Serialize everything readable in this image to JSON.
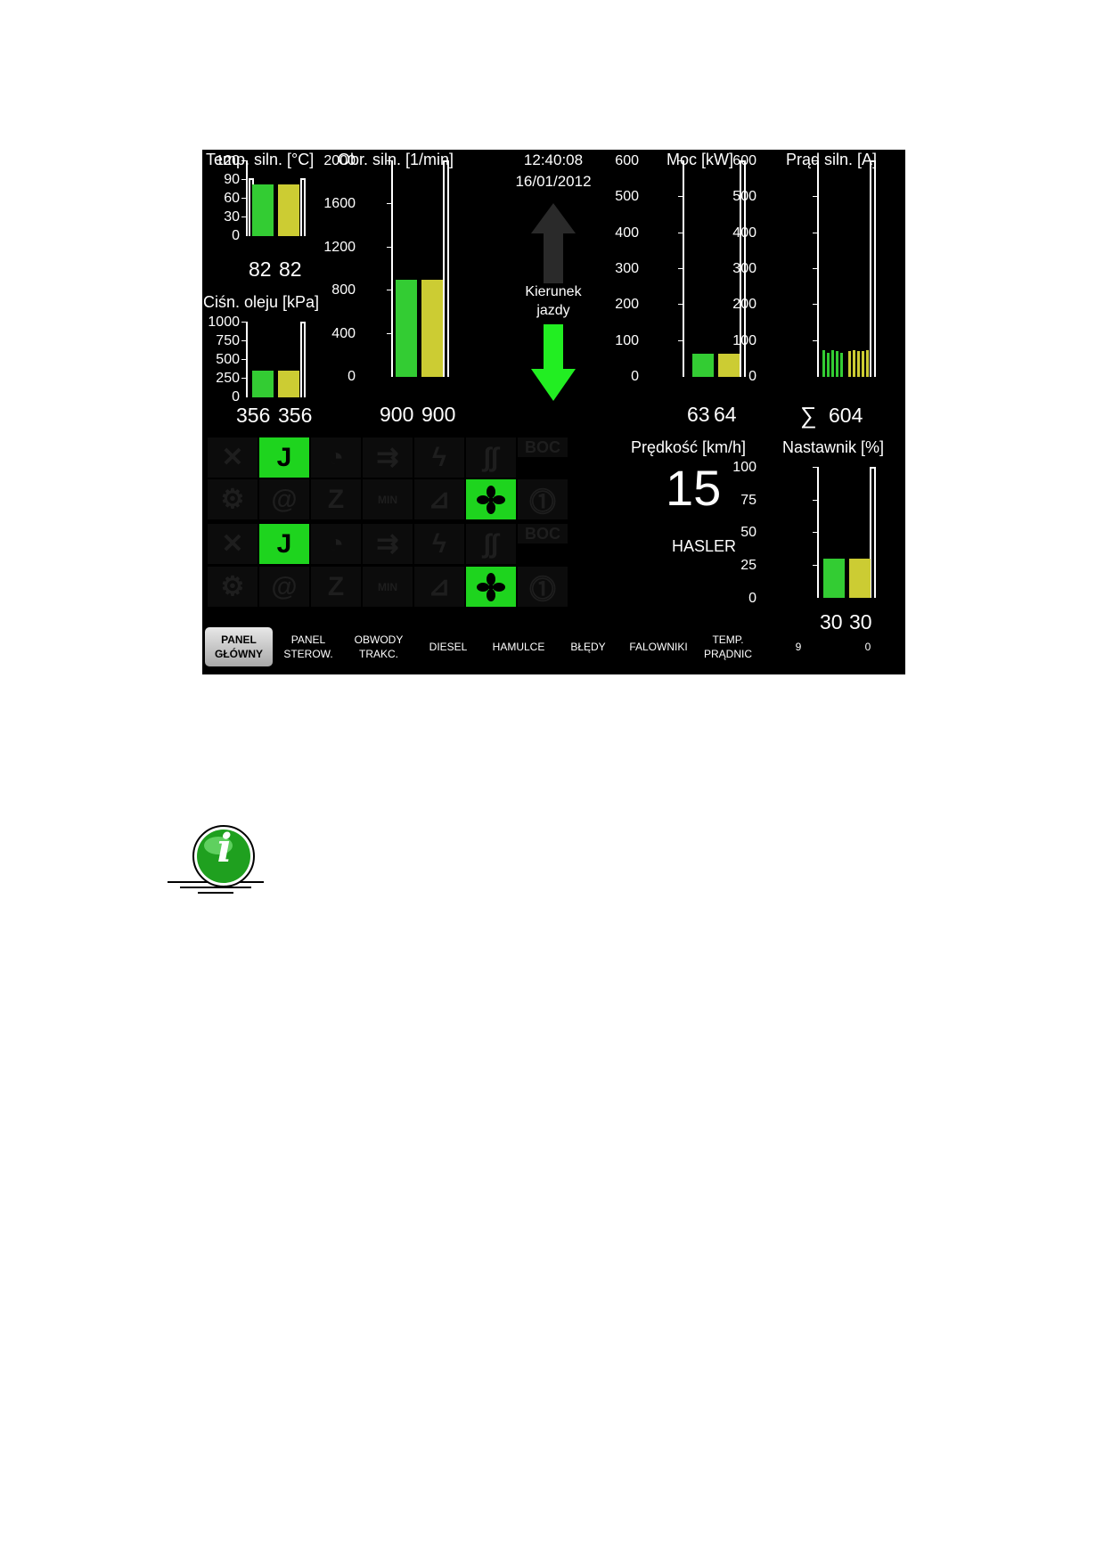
{
  "header": {
    "time": "12:40:08",
    "date": "16/01/2012"
  },
  "gauges": {
    "temp": {
      "title": "Temp. siln. [°C]",
      "ticks": [
        "120",
        "90",
        "60",
        "30",
        "0"
      ],
      "max": 120,
      "values": [
        82,
        82
      ],
      "labels": [
        "82",
        "82"
      ]
    },
    "oil": {
      "title": "Ciśn. oleju [kPa]",
      "ticks": [
        "1000",
        "750",
        "500",
        "250",
        "0"
      ],
      "max": 1000,
      "values": [
        356,
        356
      ],
      "labels": [
        "356",
        "356"
      ]
    },
    "rpm": {
      "title": "Obr. siln. [1/min]",
      "ticks": [
        "2000",
        "1600",
        "1200",
        "800",
        "400",
        "0"
      ],
      "max": 2000,
      "values": [
        900,
        900
      ],
      "labels": [
        "900",
        "900"
      ]
    },
    "power": {
      "title": "Moc [kW]",
      "ticks": [
        "600",
        "500",
        "400",
        "300",
        "200",
        "100",
        "0"
      ],
      "max": 600,
      "values": [
        63,
        64
      ],
      "labels": [
        "63",
        "64"
      ]
    },
    "current": {
      "title": "Prąd siln. [A]",
      "ticks": [
        "600",
        "500",
        "400",
        "300",
        "200",
        "100",
        "0"
      ],
      "max": 600,
      "sum_symbol": "∑",
      "sum": "604"
    },
    "controller": {
      "title": "Nastawnik [%]",
      "ticks": [
        "100",
        "75",
        "50",
        "25",
        "0"
      ],
      "max": 100,
      "values": [
        30,
        30
      ],
      "labels": [
        "30",
        "30"
      ]
    }
  },
  "direction": {
    "label_line1": "Kierunek",
    "label_line2": "jazdy",
    "active": "down"
  },
  "speed": {
    "title": "Prędkość [km/h]",
    "value": "15",
    "source": "HASLER"
  },
  "indicators": {
    "row1": {
      "boc": "BOC"
    },
    "row3": {
      "boc": "BOC"
    },
    "j_label": "J",
    "z_label": "Z",
    "min_label": "MIN"
  },
  "tabs": [
    {
      "line1": "PANEL",
      "line2": "GŁÓWNY",
      "active": true
    },
    {
      "line1": "PANEL",
      "line2": "STEROW."
    },
    {
      "line1": "OBWODY",
      "line2": "TRAKC."
    },
    {
      "line1": "DIESEL",
      "line2": ""
    },
    {
      "line1": "HAMULCE",
      "line2": ""
    },
    {
      "line1": "BŁĘDY",
      "line2": ""
    },
    {
      "line1": "FALOWNIKI",
      "line2": ""
    },
    {
      "line1": "TEMP.",
      "line2": "PRĄDNIC"
    },
    {
      "line1": "9",
      "line2": ""
    },
    {
      "line1": "0",
      "line2": ""
    }
  ],
  "colors": {
    "green": "#33cc33",
    "yellow": "#cccc33",
    "indicator_on": "#1ed41e",
    "arrow_active": "#22ee22",
    "arrow_inactive": "#2a2a2a"
  },
  "info_icon": {
    "letter": "i",
    "icon": "info-icon"
  }
}
